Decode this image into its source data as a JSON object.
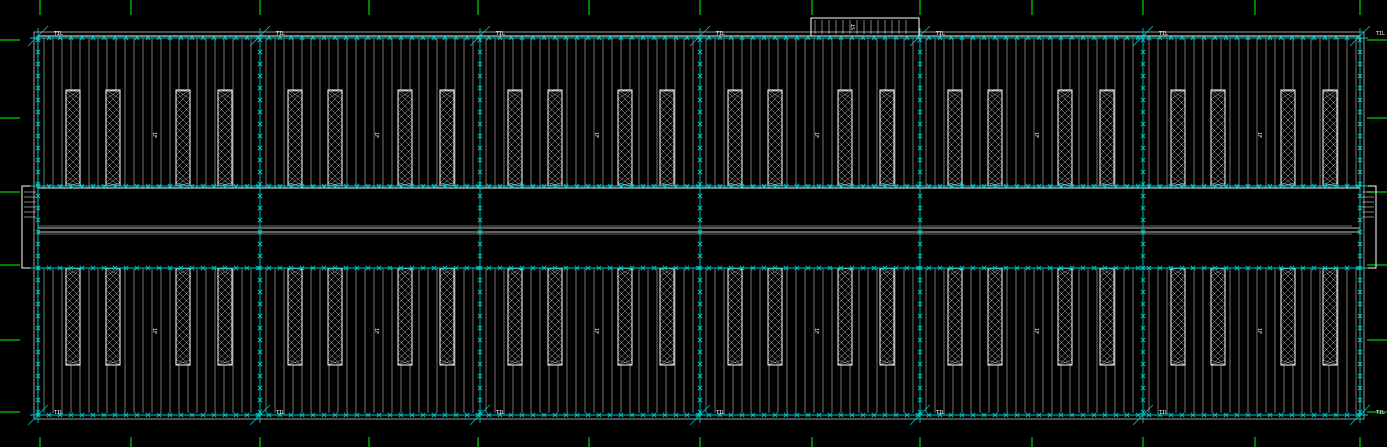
{
  "drawing": {
    "bay_count": 6,
    "rack_columns_per_bay": 4,
    "zone_labels": [
      "TIL",
      "TIL",
      "TIL",
      "TIL",
      "TIL",
      "TIL",
      "TIL"
    ],
    "section_tags": [
      "1F",
      "1F",
      "1F",
      "1F",
      "1F",
      "1F"
    ],
    "stair_tag": "ST"
  },
  "colors": {
    "background": "#000000",
    "linework": "#ffffff",
    "grid_marker": "#00ff00",
    "structural": "#00c8c8"
  }
}
